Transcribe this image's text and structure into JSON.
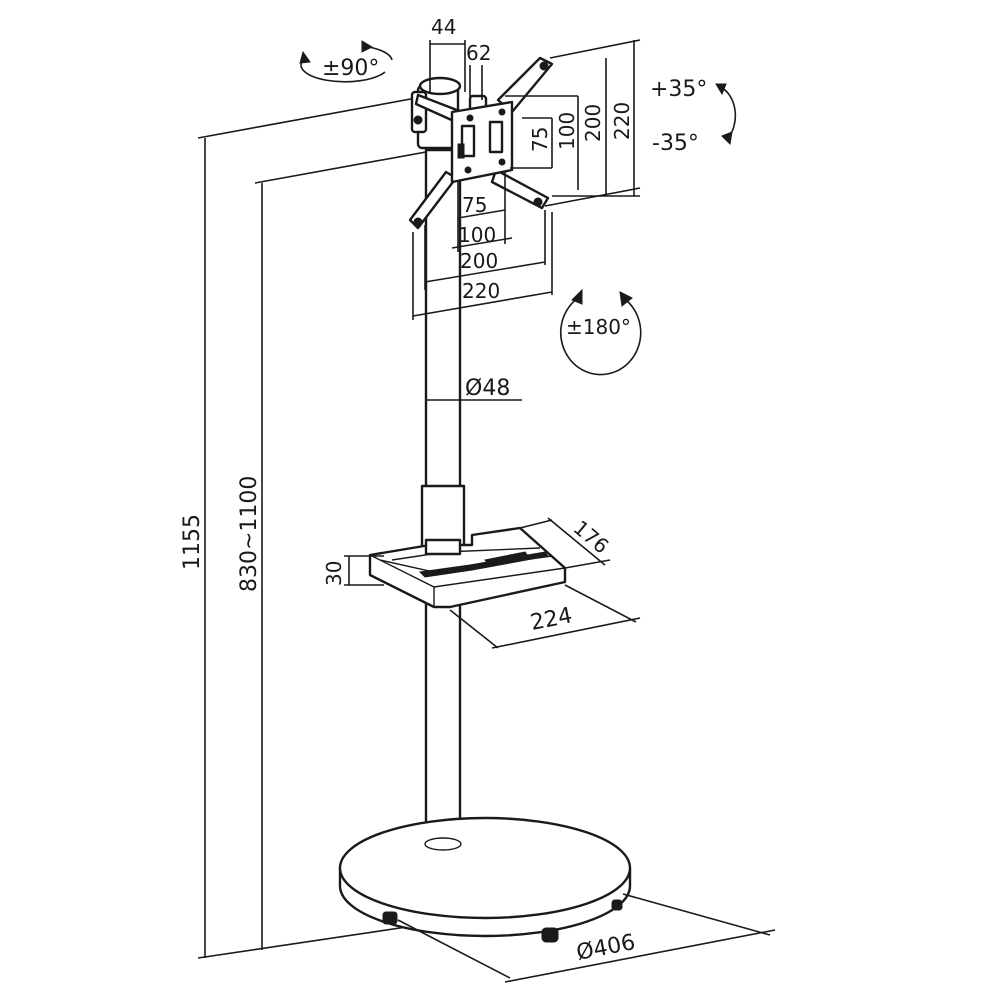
{
  "labels": {
    "rotate_top": "±90°",
    "tilt_up": "+35°",
    "tilt_down": "-35°",
    "swivel": "±180°",
    "clamp_width": "44",
    "clamp_depth": "62",
    "vesa_h_75": "75",
    "vesa_h_100": "100",
    "vesa_h_200": "200",
    "vesa_h_220": "220",
    "vesa_v_75": "75",
    "vesa_v_100": "100",
    "vesa_v_200": "200",
    "vesa_v_220": "220",
    "pole_diameter": "Ø48",
    "total_height": "1155",
    "height_range": "830~1100",
    "shelf_height": "30",
    "shelf_depth": "176",
    "shelf_width": "224",
    "base_diameter": "Ø406"
  }
}
